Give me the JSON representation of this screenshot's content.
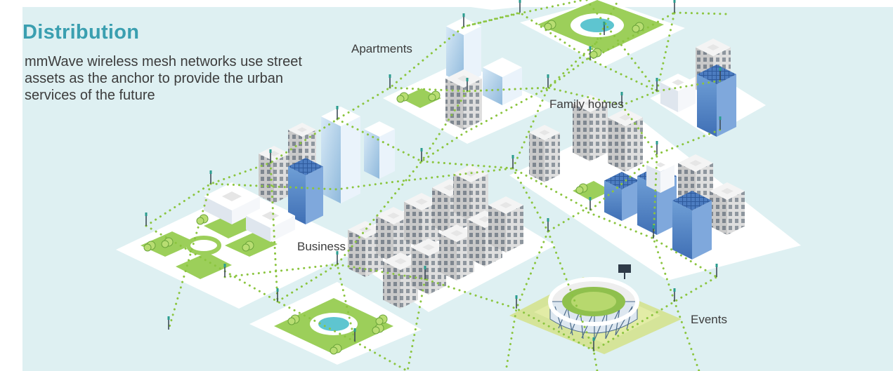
{
  "header": {
    "title": "Distribution",
    "description": "mmWave wireless mesh networks use street assets as the anchor to provide the urban services of the future"
  },
  "labels": {
    "apartments": "Apartments",
    "family_homes": "Family homes",
    "business": "Business",
    "events": "Events"
  },
  "colors": {
    "background": "#def0f2",
    "title": "#3a9fb0",
    "text": "#3c3c3c",
    "mesh_link": "#8bc53f",
    "park_green": "#9ccf5a",
    "block": "#ffffff",
    "pond": "#5ec5d0"
  }
}
